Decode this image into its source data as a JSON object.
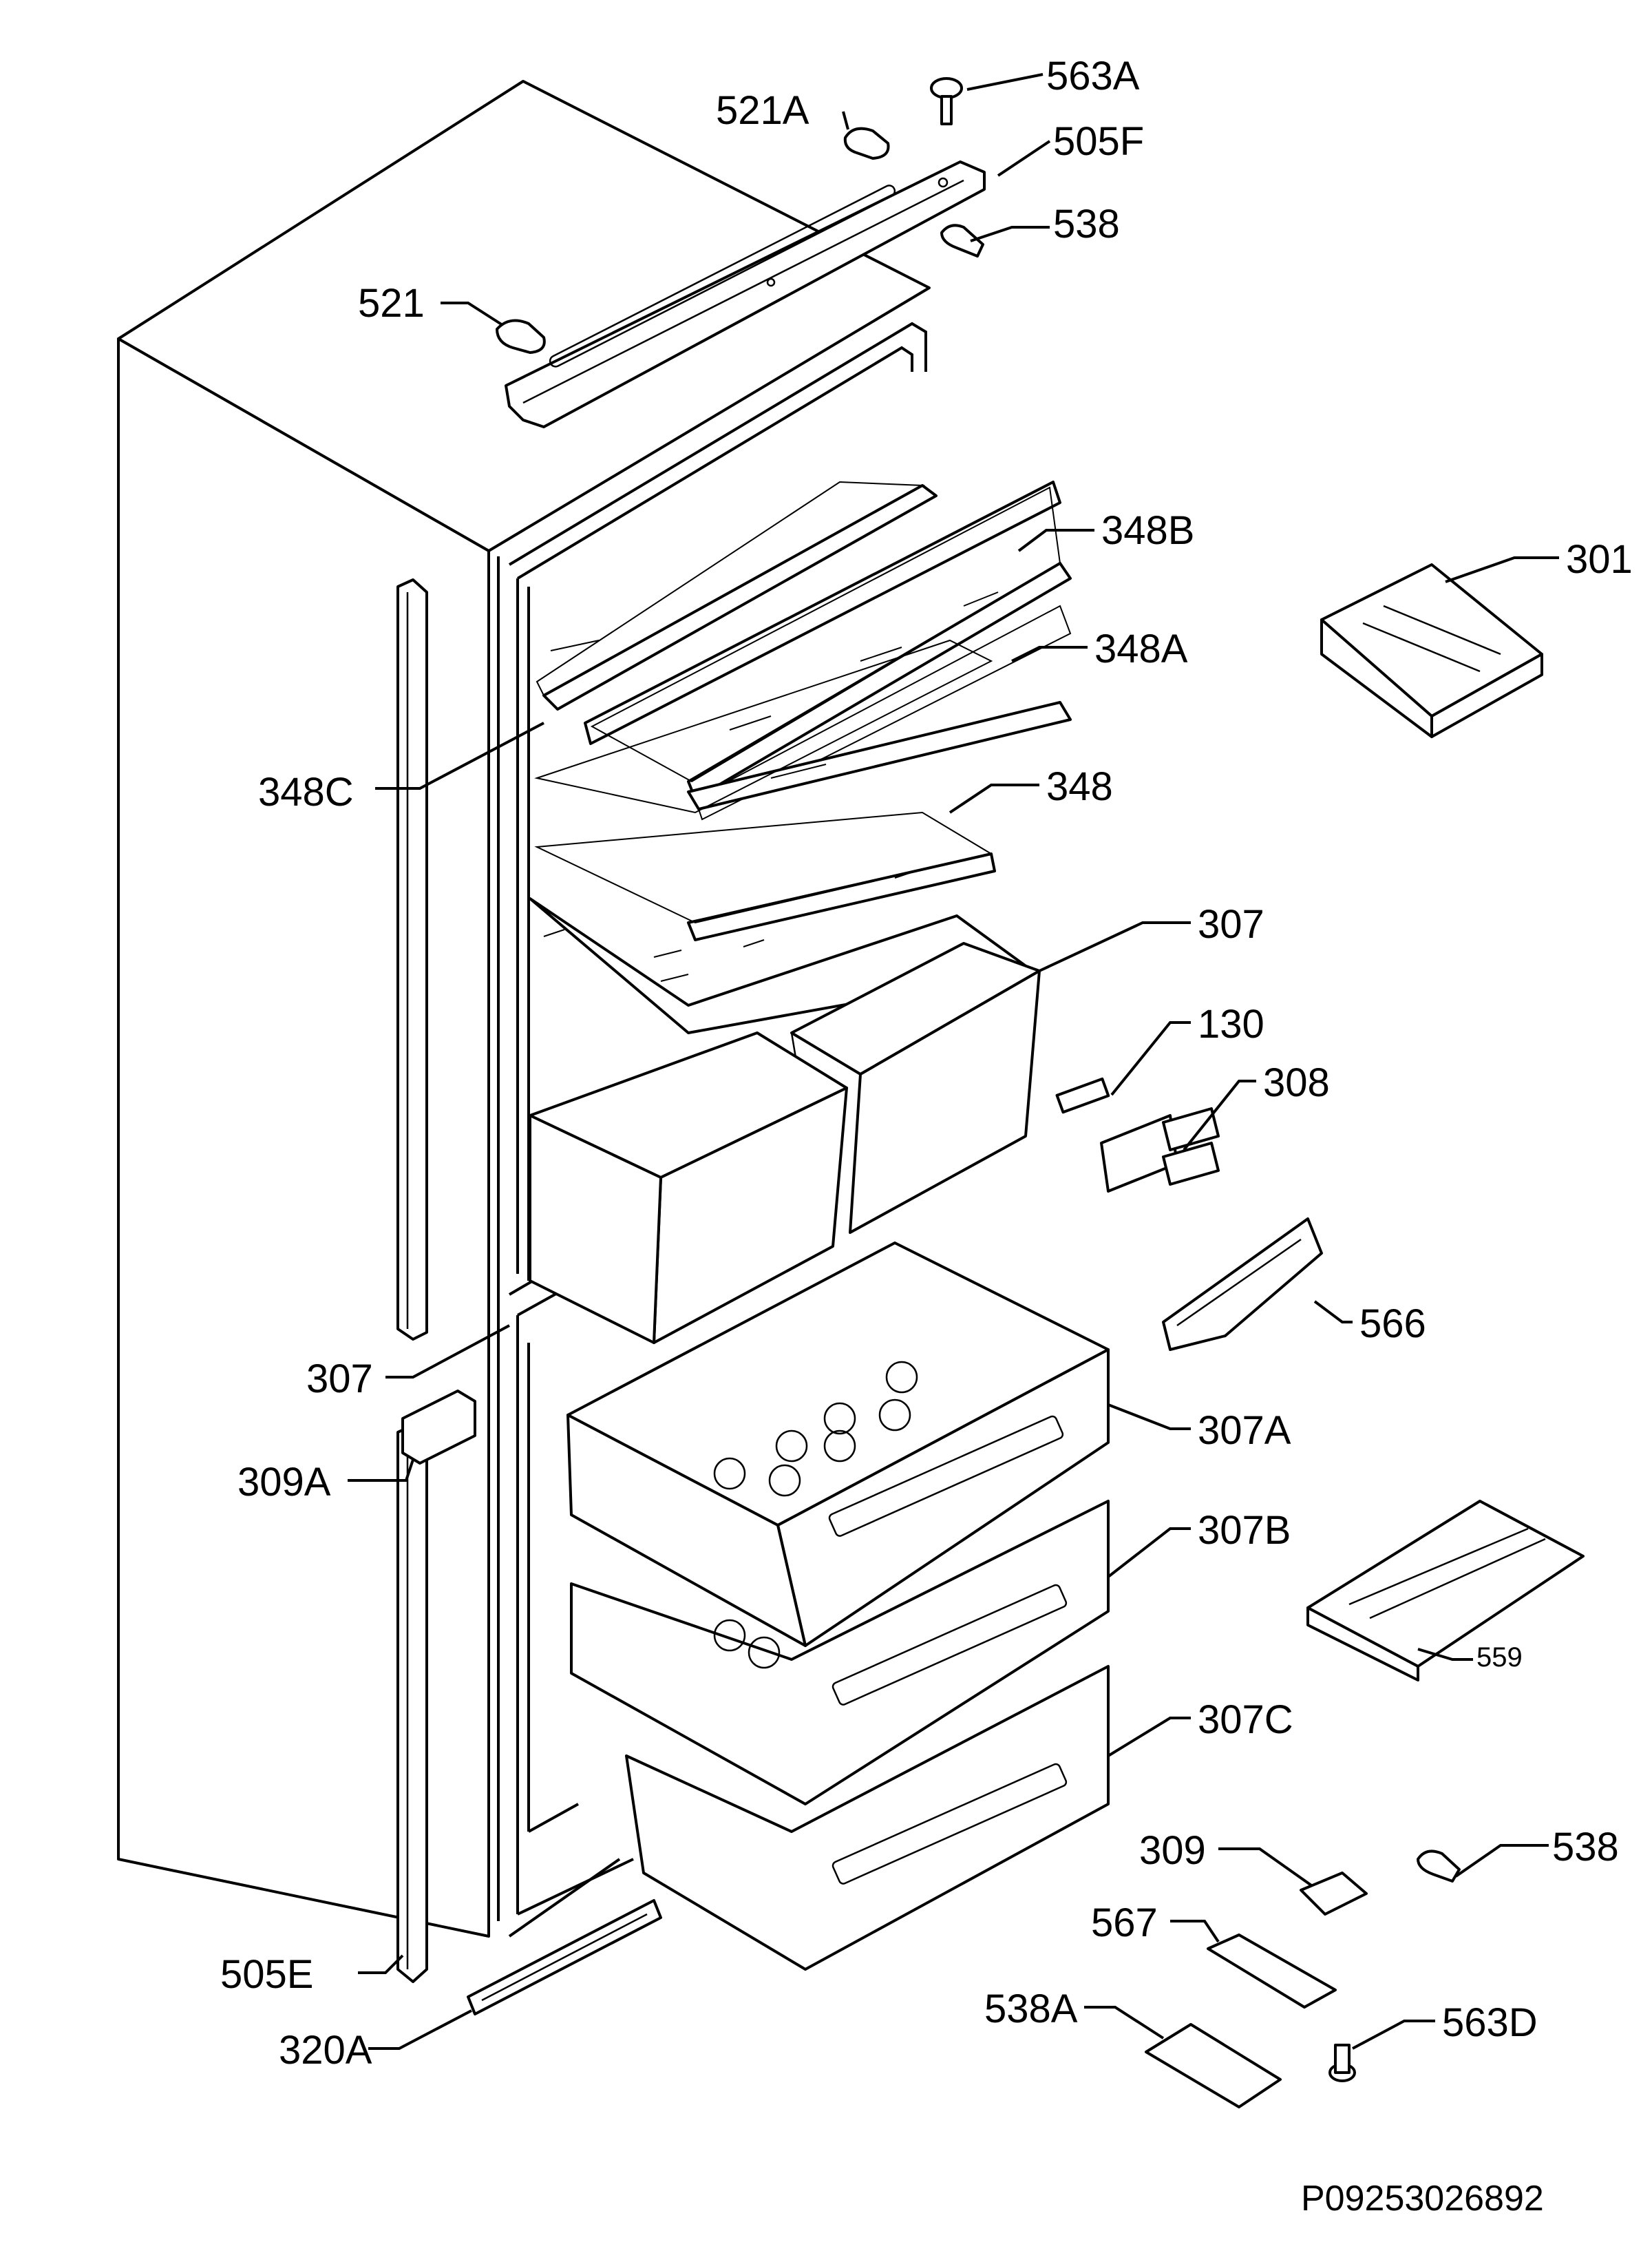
{
  "diagram": {
    "code": "P09253026892",
    "labels": {
      "l563A": "563A",
      "l521A": "521A",
      "l505F": "505F",
      "l538top": "538",
      "l521": "521",
      "l348B": "348B",
      "l301": "301",
      "l348A": "348A",
      "l348C": "348C",
      "l348": "348",
      "l307top": "307",
      "l130": "130",
      "l308": "308",
      "l566": "566",
      "l307left": "307",
      "l307A": "307A",
      "l309A": "309A",
      "l307B": "307B",
      "l559": "559",
      "l307C": "307C",
      "l309": "309",
      "l538bottom": "538",
      "l567": "567",
      "l505E": "505E",
      "l538A": "538A",
      "l563D": "563D",
      "l320A": "320A"
    }
  }
}
